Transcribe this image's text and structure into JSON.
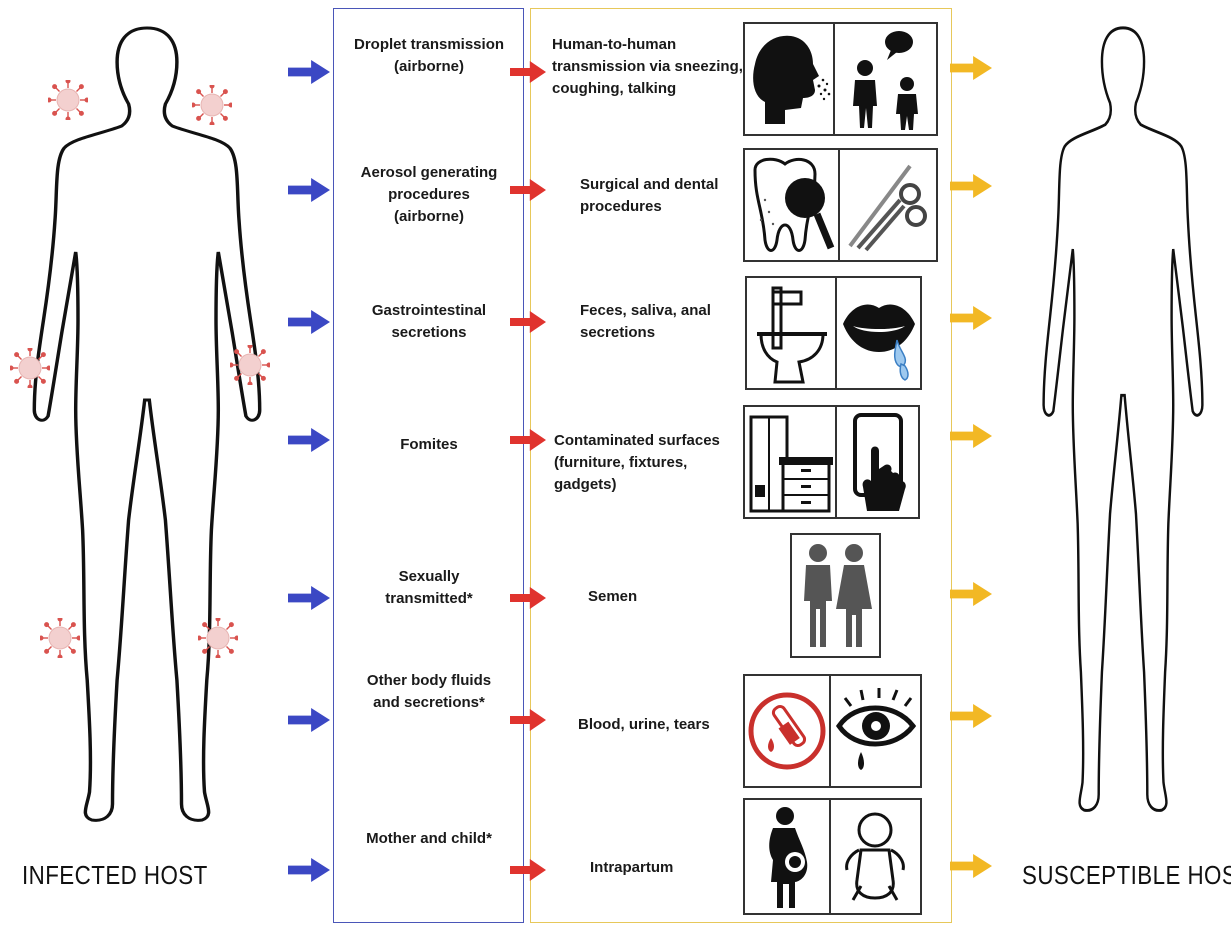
{
  "hosts": {
    "infected": "INFECTED HOST",
    "susceptible": "SUSCEPTIBLE HOST"
  },
  "routes": [
    {
      "mode": "Droplet transmission\n(airborne)",
      "source": "Human-to-human\ntransmission via sneezing,\ncoughing, talking",
      "icons": [
        "sneezing-head-icon",
        "talking-people-icon"
      ]
    },
    {
      "mode": "Aerosol generating\nprocedures\n(airborne)",
      "source": "Surgical and dental\nprocedures",
      "icons": [
        "tooth-mirror-icon",
        "surgical-scissors-icon"
      ]
    },
    {
      "mode": "Gastrointestinal\nsecretions",
      "source": "Feces, saliva, anal\nsecretions",
      "icons": [
        "toilet-icon",
        "drooling-mouth-icon"
      ]
    },
    {
      "mode": "Fomites",
      "source": "Contaminated surfaces\n(furniture, fixtures,\ngadgets)",
      "icons": [
        "furniture-icon",
        "touchscreen-phone-icon"
      ]
    },
    {
      "mode": "Sexually\ntransmitted*",
      "source": "Semen",
      "icons": [
        "man-woman-icon"
      ]
    },
    {
      "mode": "Other body fluids\nand secretions*",
      "source": "Blood, urine, tears",
      "icons": [
        "blood-tube-icon",
        "tearing-eye-icon"
      ]
    },
    {
      "mode": "Mother and child*",
      "source": "Intrapartum",
      "icons": [
        "pregnant-woman-icon",
        "baby-icon"
      ]
    }
  ],
  "colors": {
    "mode_arrow": "#3b48c4",
    "source_arrow": "#e0332e",
    "host_arrow": "#f2b824",
    "virus": "#d9534f",
    "mode_border": "#4a56b8",
    "source_border": "#e7c85a"
  }
}
